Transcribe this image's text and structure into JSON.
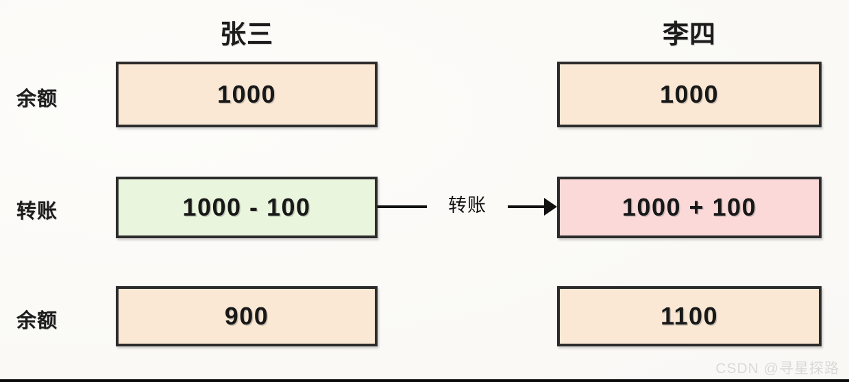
{
  "diagram": {
    "title": "bank-transfer-flow",
    "columns": [
      {
        "name": "zhangsan",
        "header": "张三"
      },
      {
        "name": "lisi",
        "header": "李四"
      }
    ],
    "rows": [
      {
        "name": "balance-before",
        "label": "余额",
        "left_value": "1000",
        "right_value": "1000",
        "left_color": "#fae8d4",
        "right_color": "#fae8d4"
      },
      {
        "name": "transfer",
        "label": "转账",
        "left_value": "1000 - 100",
        "right_value": "1000 + 100",
        "left_color": "#e9f5dc",
        "right_color": "#fbd9d9"
      },
      {
        "name": "balance-after",
        "label": "余额",
        "left_value": "900",
        "right_value": "1100",
        "left_color": "#fae8d4",
        "right_color": "#fae8d4"
      }
    ],
    "arrow": {
      "label": "转账",
      "direction": "left-to-right",
      "color": "#111111"
    },
    "colors": {
      "background": "#fbfaf7",
      "border": "#2b2b2b",
      "text": "#181818",
      "beige": "#fae8d4",
      "green": "#e9f5dc",
      "pink": "#fbd9d9"
    }
  },
  "watermark": {
    "text": "CSDN @寻星探路",
    "color": "#d9d9d9"
  }
}
